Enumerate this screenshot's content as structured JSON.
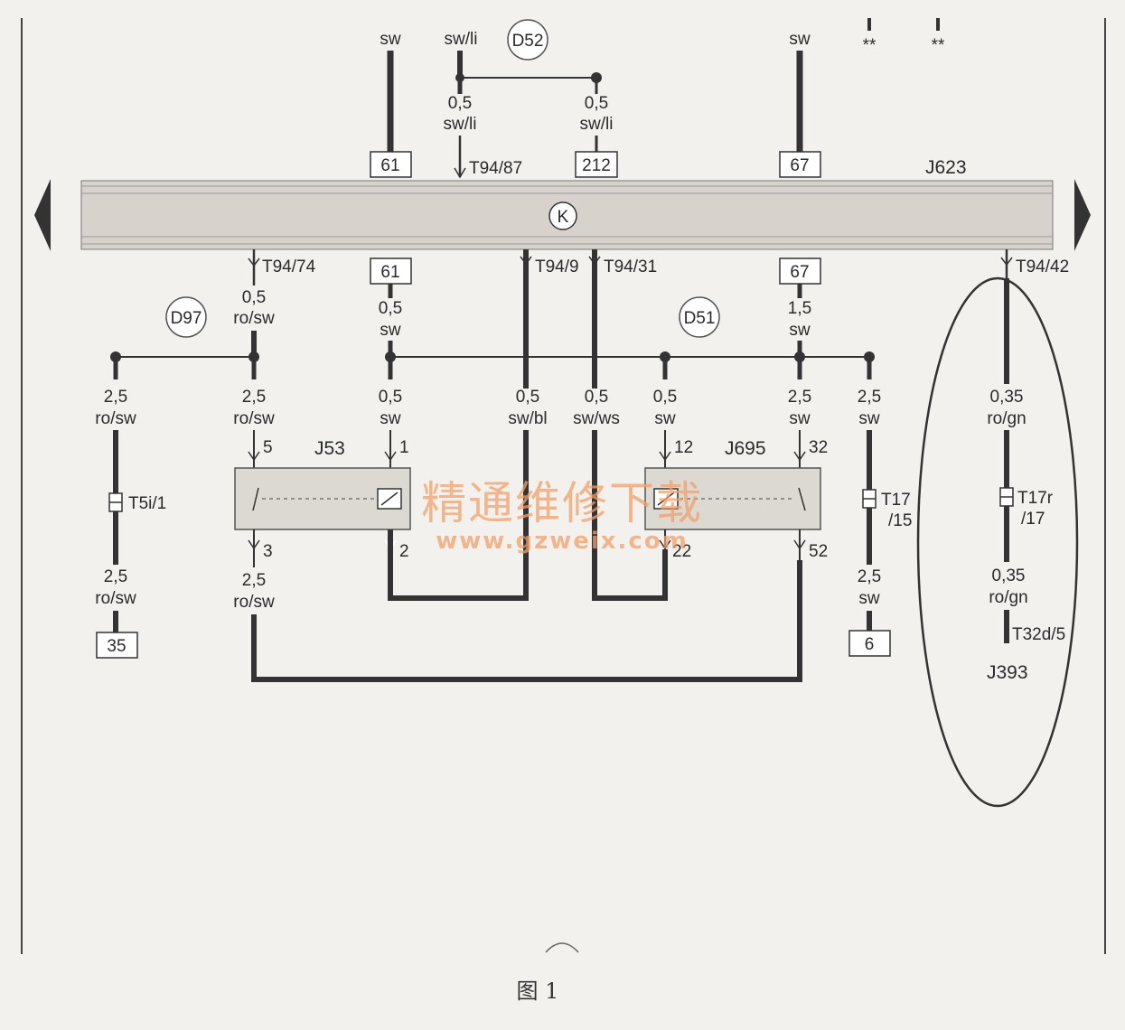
{
  "top_labels": {
    "w61_top": "sw",
    "w87_top": "sw/li",
    "w67_top": "sw",
    "star1": "**",
    "star2": "**",
    "d52": "D52",
    "w87_gauge": "0,5",
    "w87_color": "sw/li",
    "w212_gauge": "0,5",
    "w212_color": "sw/li"
  },
  "boxes": {
    "b61_top": "61",
    "b212": "212",
    "b67_top": "67",
    "b61_bot": "61",
    "b67_bot": "67",
    "b35": "35",
    "b6": "6"
  },
  "bus": {
    "name": "J623",
    "symbol": "K"
  },
  "pins": {
    "t87": "T94/87",
    "t74": "T94/74",
    "t9": "T94/9",
    "t31": "T94/31",
    "t42": "T94/42"
  },
  "wires": {
    "w74_gauge": "0,5",
    "w74_color": "ro/sw",
    "w61b_gauge": "0,5",
    "w61b_color": "sw",
    "w67b_gauge": "1,5",
    "w67b_color": "sw",
    "c1_gauge": "2,5",
    "c1_color": "ro/sw",
    "c2_gauge": "2,5",
    "c2_color": "ro/sw",
    "c3_gauge": "0,5",
    "c3_color": "sw",
    "c4_gauge": "0,5",
    "c4_color": "sw/bl",
    "c5_gauge": "0,5",
    "c5_color": "sw/ws",
    "c6_gauge": "0,5",
    "c6_color": "sw",
    "c7_gauge": "2,5",
    "c7_color": "sw",
    "c8_gauge": "2,5",
    "c8_color": "sw",
    "c9_gauge": "0,35",
    "c9_color": "ro/gn",
    "l1_gauge": "2,5",
    "l1_color": "ro/sw",
    "l2_gauge": "2,5",
    "l2_color": "ro/sw",
    "l8_gauge": "2,5",
    "l8_color": "sw",
    "l9_gauge": "0,35",
    "l9_color": "ro/gn"
  },
  "splices": {
    "d97": "D97",
    "d51": "D51"
  },
  "relays": {
    "j53": {
      "name": "J53",
      "pin5": "5",
      "pin1": "1",
      "pin3": "3",
      "pin2": "2"
    },
    "j695": {
      "name": "J695",
      "pin12": "12",
      "pin32": "32",
      "pin22": "22",
      "pin52": "52"
    }
  },
  "connectors": {
    "t5i": "T5i/1",
    "t17_a": "T17",
    "t17_b": "/15",
    "t17r_a": "T17r",
    "t17r_b": "/17",
    "t32d": "T32d/5",
    "j393": "J393"
  },
  "watermark": {
    "cn": "精通维修下载",
    "url": "www.gzweix.com"
  },
  "caption": "图 1"
}
